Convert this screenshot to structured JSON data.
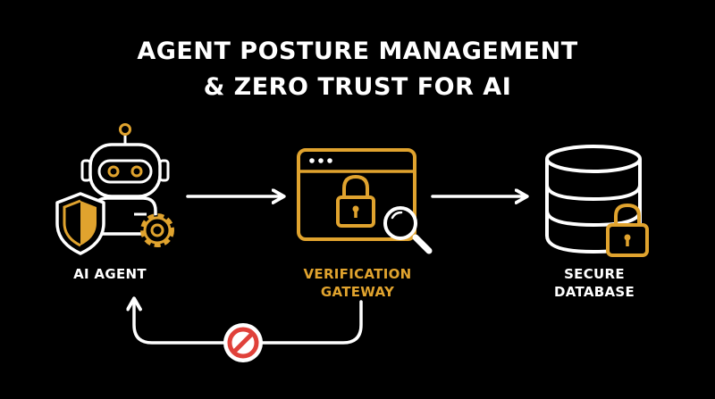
{
  "title": {
    "line1": "AGENT POSTURE MANAGEMENT",
    "line2": "& ZERO TRUST FOR AI"
  },
  "nodes": {
    "agent": {
      "label": "AI AGENT",
      "icon": "robot-icon"
    },
    "gateway": {
      "label_line1": "VERIFICATION",
      "label_line2": "GATEWAY",
      "icon": "browser-lock-icon"
    },
    "database": {
      "label_line1": "SECURE",
      "label_line2": "DATABASE",
      "icon": "database-lock-icon"
    }
  },
  "flows": [
    {
      "from": "agent",
      "to": "gateway",
      "type": "allowed"
    },
    {
      "from": "gateway",
      "to": "database",
      "type": "allowed"
    },
    {
      "from": "gateway",
      "to": "agent",
      "type": "blocked",
      "icon": "prohibited-icon"
    }
  ],
  "colors": {
    "background": "#000000",
    "outline": "#ffffff",
    "accent": "#e0a32e",
    "blocked": "#e0413a",
    "arrow": "#ffffff"
  }
}
